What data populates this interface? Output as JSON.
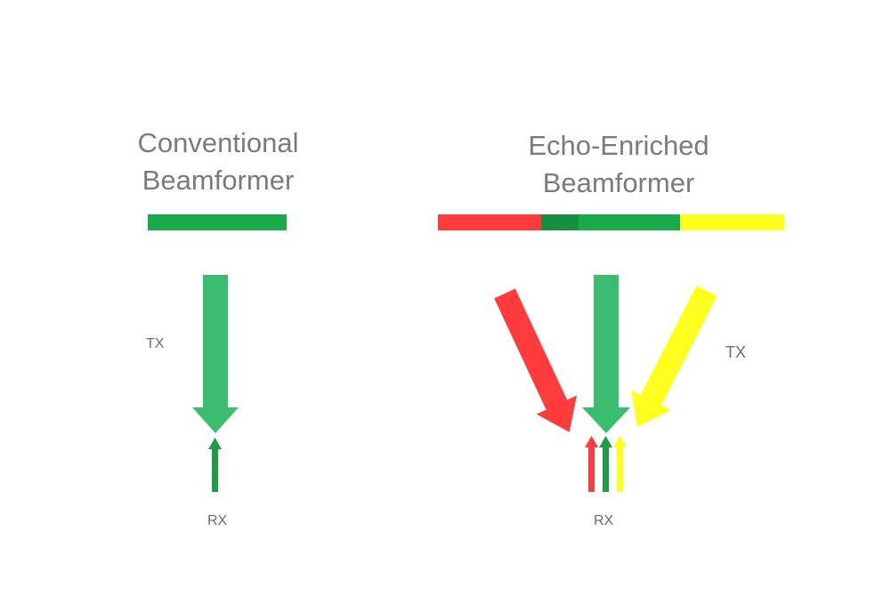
{
  "left_panel": {
    "title_line1": "Conventional",
    "title_line2": "Beamformer",
    "tx_label": "TX",
    "rx_label": "RX"
  },
  "right_panel": {
    "title_line1": "Echo-Enriched",
    "title_line2": "Beamformer",
    "tx_label": "TX",
    "rx_label": "RX"
  },
  "colors": {
    "green_bar": "#1aaa4b",
    "green_bar_dark": "#14903e",
    "green_arrow": "#3bbd70",
    "rx_green": "#1e9c45",
    "red": "#ff3b3b",
    "yellow": "#ffff1e"
  }
}
